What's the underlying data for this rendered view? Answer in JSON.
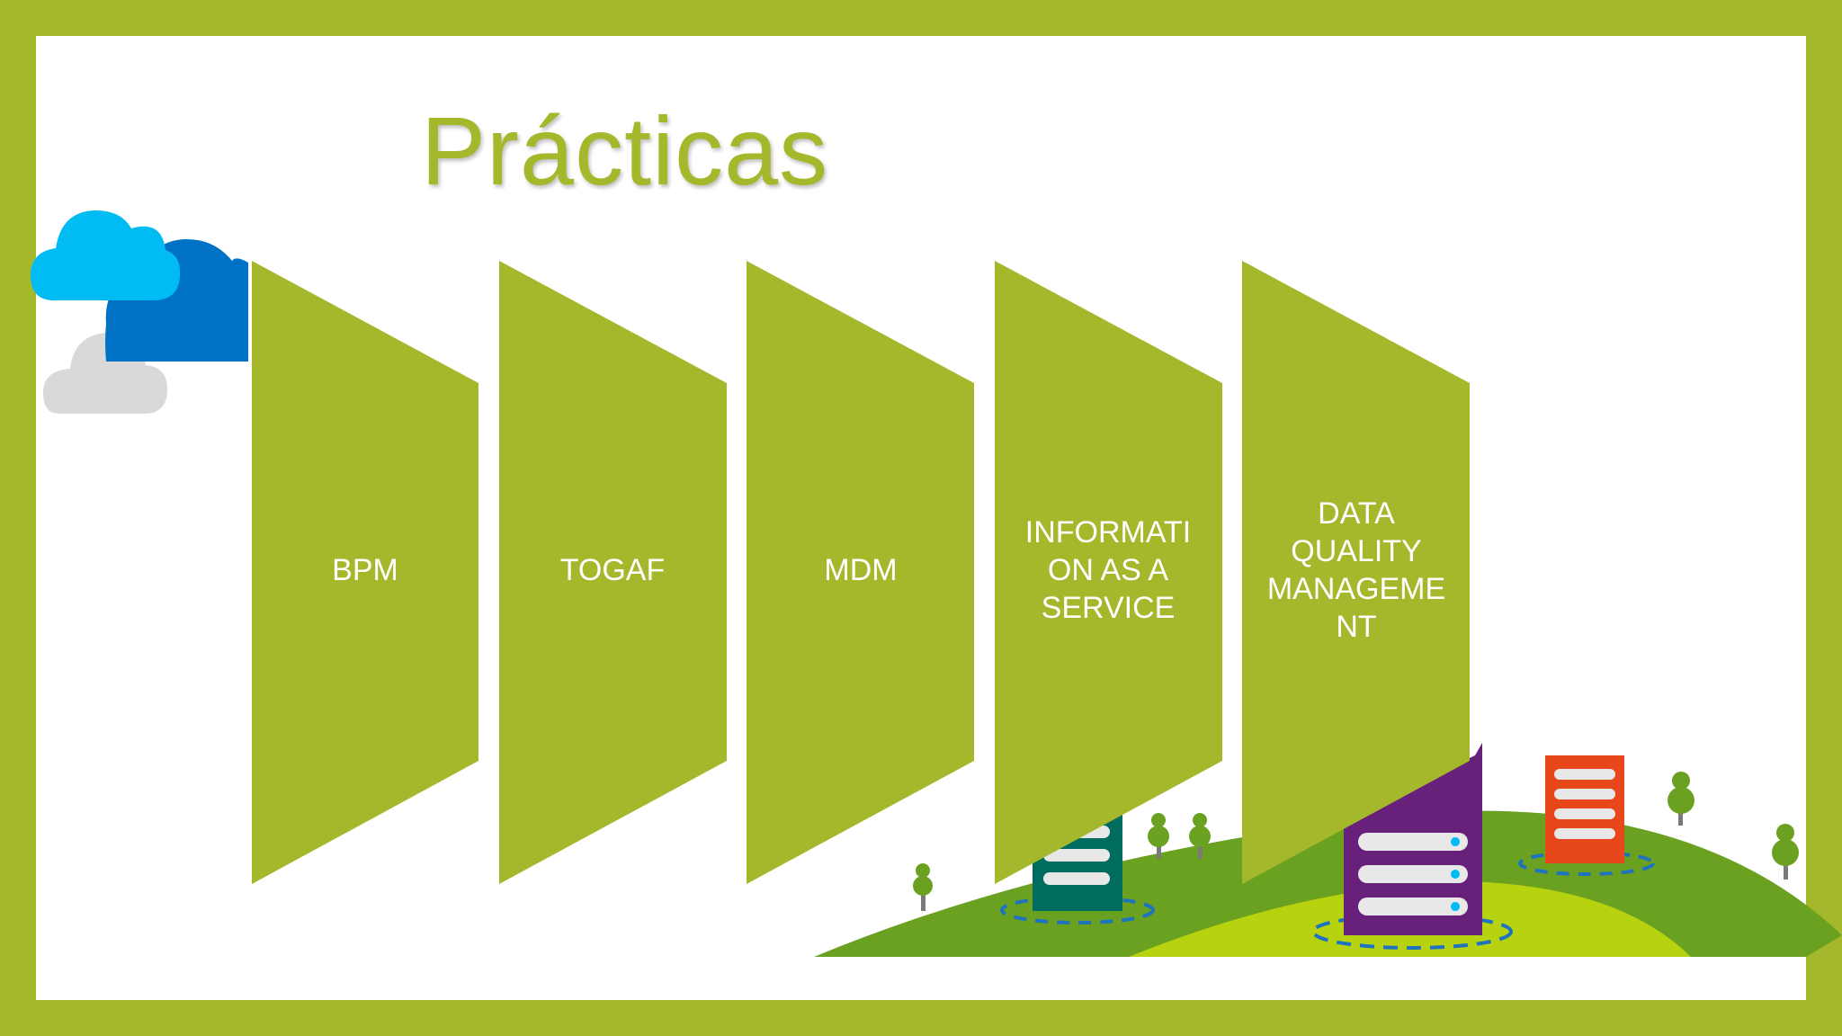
{
  "title": "Prácticas",
  "steps": [
    {
      "label": "BPM"
    },
    {
      "label": "TOGAF"
    },
    {
      "label": "MDM"
    },
    {
      "label": "INFORMATI\nON AS A\nSERVICE"
    },
    {
      "label": "DATA\nQUALITY\nMANAGEME\nNT"
    }
  ],
  "colors": {
    "frame": "#a5b72b",
    "step_fill": "#a5b72b",
    "step_text": "#ffffff",
    "cloud_light_blue": "#00bcf2",
    "cloud_dark_blue": "#0072c6",
    "cloud_grey": "#d9d9d9",
    "hill_dark": "#6aa121",
    "hill_light": "#b7d30f",
    "building_teal": "#006b5f",
    "building_purple": "#68217a",
    "building_orange": "#e8471b"
  },
  "decorations": [
    "cloud-icon",
    "server-building-icon",
    "tree-icon"
  ]
}
